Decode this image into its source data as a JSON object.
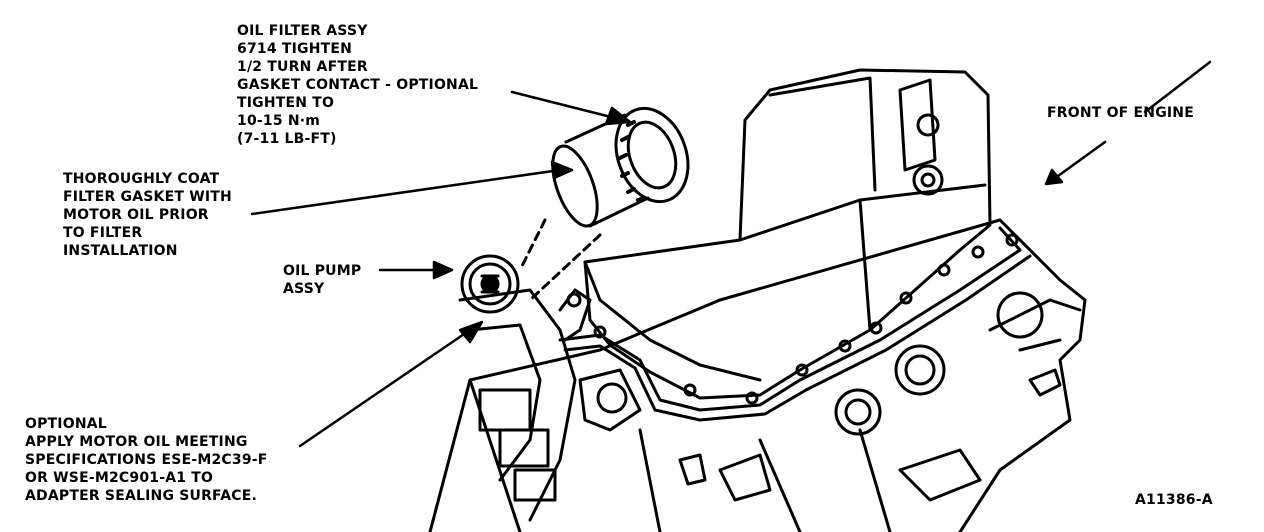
{
  "labels": {
    "oil_filter": "OIL FILTER ASSY\n6714 TIGHTEN\n1/2 TURN AFTER\nGASKET CONTACT - OPTIONAL\nTIGHTEN TO\n10-15 N·m\n(7-11 LB-FT)",
    "coat_gasket": "THOROUGHLY COAT\nFILTER GASKET WITH\nMOTOR OIL PRIOR\nTO FILTER\nINSTALLATION",
    "oil_pump": "OIL PUMP\nASSY",
    "front_of_engine": "FRONT OF ENGINE",
    "optional_note": "OPTIONAL\nAPPLY MOTOR OIL MEETING\nSPECIFICATIONS ESE-M2C39-F\nOR WSE-M2C901-A1 TO\nADAPTER SEALING SURFACE.",
    "figure_id": "A11386-A"
  },
  "colors": {
    "ink": "#000000",
    "paper": "#ffffff"
  }
}
